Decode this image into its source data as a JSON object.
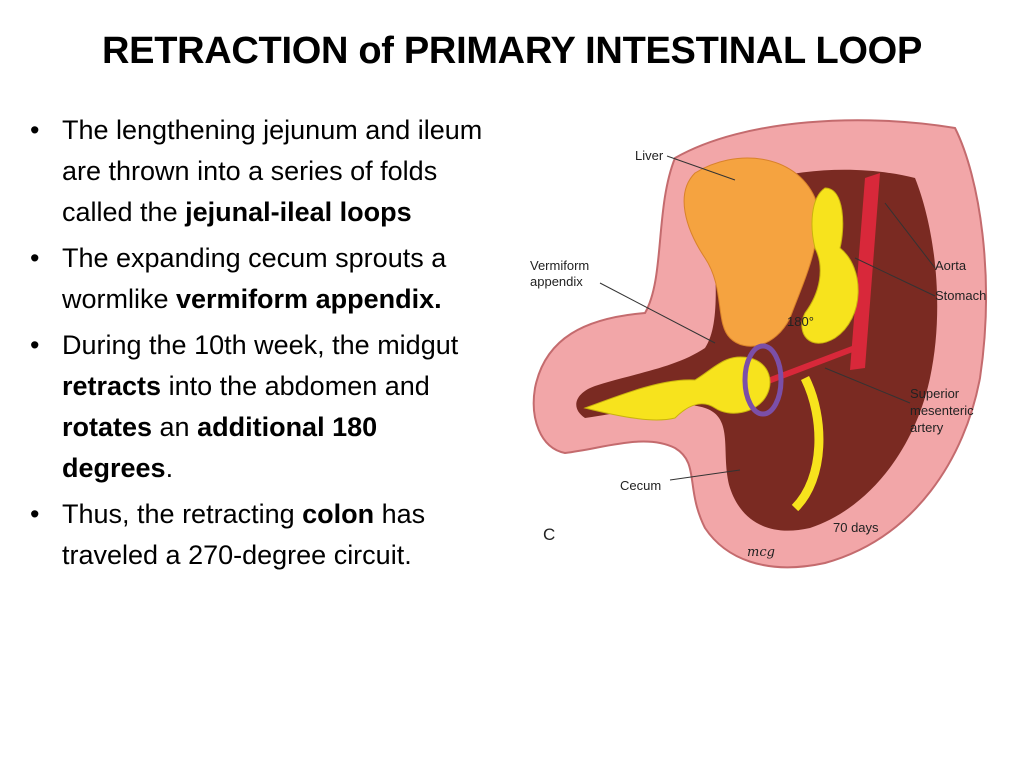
{
  "slide": {
    "title": "RETRACTION of PRIMARY INTESTINAL LOOP",
    "bullets": [
      {
        "parts": [
          {
            "text": "The lengthening jejunum and ileum are thrown into a series of folds called the ",
            "bold": false
          },
          {
            "text": "jejunal-ileal loops",
            "bold": true
          }
        ]
      },
      {
        "parts": [
          {
            "text": "The expanding cecum sprouts a wormlike ",
            "bold": false
          },
          {
            "text": "vermiform appendix.",
            "bold": true
          }
        ]
      },
      {
        "parts": [
          {
            "text": "During the 10th week, the midgut ",
            "bold": false
          },
          {
            "text": "retracts",
            "bold": true
          },
          {
            "text": " into the abdomen and ",
            "bold": false
          },
          {
            "text": "rotates",
            "bold": true
          },
          {
            "text": " an ",
            "bold": false
          },
          {
            "text": "additional 180 degrees",
            "bold": true
          },
          {
            "text": ".",
            "bold": false
          }
        ]
      },
      {
        "parts": [
          {
            "text": "Thus, the retracting ",
            "bold": false
          },
          {
            "text": "colon",
            "bold": true
          },
          {
            "text": " has traveled a 270-degree circuit.",
            "bold": false
          }
        ]
      }
    ]
  },
  "figure": {
    "labels": {
      "liver": "Liver",
      "vermiform": "Vermiform",
      "appendix": "appendix",
      "aorta": "Aorta",
      "stomach": "Stomach",
      "angle": "180°",
      "superior": "Superior",
      "mesenteric": "mesenteric",
      "artery": "artery",
      "cecum": "Cecum",
      "panel": "C",
      "days": "70 days",
      "signature": "mcg"
    },
    "colors": {
      "body_wall": "#f2a6a8",
      "cavity": "#7a2a22",
      "liver": "#f5a340",
      "gut": "#f7e31d",
      "aorta": "#d8283a",
      "loop": "#7b4fa8"
    }
  }
}
